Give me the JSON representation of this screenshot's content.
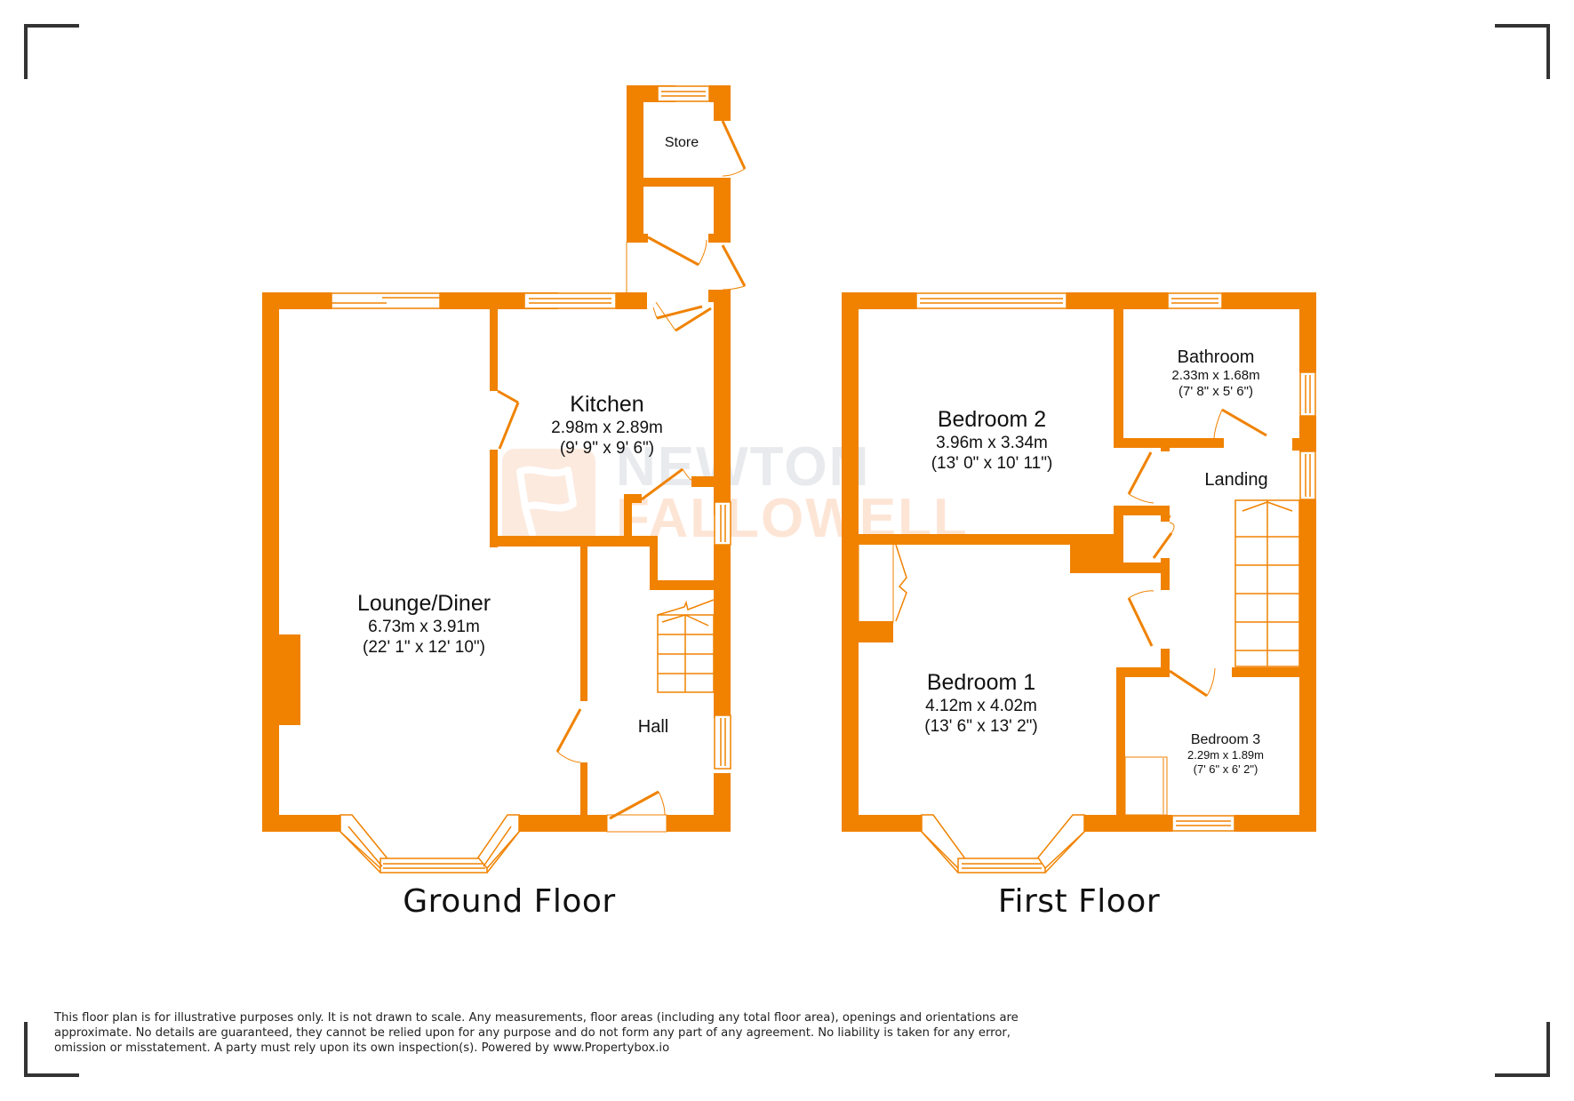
{
  "colors": {
    "wall": "#f08200",
    "frame": "#333333",
    "text": "#111111",
    "watermark_grey": "#e6e8ec",
    "watermark_peach": "#fde3d2"
  },
  "watermark": {
    "line1": "NEWTON",
    "line2": "FALLOWELL",
    "logo_icon": "flag-icon"
  },
  "floors": [
    {
      "title": "Ground Floor",
      "rooms": [
        {
          "name": "Kitchen",
          "metric": "2.98m x 2.89m",
          "imperial": "(9' 9\" x 9' 6\")"
        },
        {
          "name": "Lounge/Diner",
          "metric": "6.73m x 3.91m",
          "imperial": "(22' 1\" x 12' 10\")"
        },
        {
          "name": "Hall"
        },
        {
          "name": "Store"
        }
      ]
    },
    {
      "title": "First Floor",
      "rooms": [
        {
          "name": "Bedroom 2",
          "metric": "3.96m x 3.34m",
          "imperial": "(13' 0\" x 10' 11\")"
        },
        {
          "name": "Bathroom",
          "metric": "2.33m x 1.68m",
          "imperial": "(7' 8\" x 5' 6\")"
        },
        {
          "name": "Landing"
        },
        {
          "name": "Bedroom 1",
          "metric": "4.12m x 4.02m",
          "imperial": "(13' 6\" x 13' 2\")"
        },
        {
          "name": "Bedroom 3",
          "metric": "2.29m x 1.89m",
          "imperial": "(7' 6\" x 6' 2\")"
        }
      ]
    }
  ],
  "disclaimer": {
    "line1": "This floor plan is for illustrative purposes only. It is not drawn to scale. Any measurements, floor areas (including any total floor area), openings and orientations are",
    "line2": "approximate. No details are guaranteed, they cannot be relied upon for any purpose and do not form any part of any agreement. No liability is taken for any error,",
    "line3": "omission or misstatement. A party must rely upon its own inspection(s). Powered by www.Propertybox.io"
  }
}
